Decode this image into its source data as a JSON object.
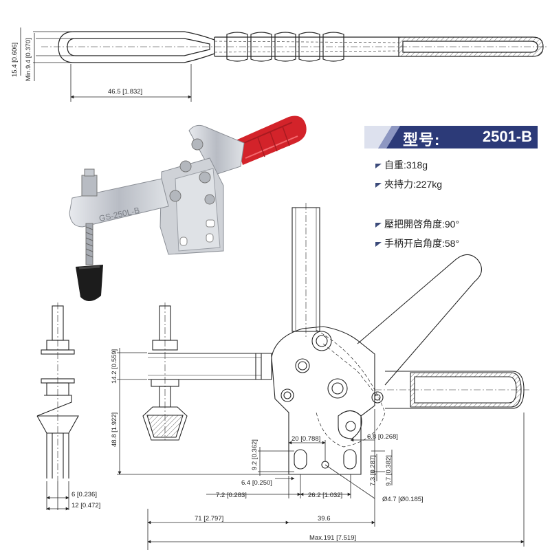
{
  "spec": {
    "model_label": "型号:",
    "model_value": "2501-B",
    "weight": "自重:318g",
    "clamp_force": "夾持力:227kg",
    "bar_open_angle": "壓把開啓角度:90°",
    "handle_open_angle": "手柄开启角度:58°"
  },
  "photo": {
    "stamp": "GS-250L-B"
  },
  "dims": {
    "d_15_4": "15.4 [0.606]",
    "d_min_9_4": "Min.9.4 [0.370]",
    "d_46_5": "46.5 [1.832]",
    "d_14_2": "14.2 [0.559]",
    "d_48_8": "48.8 [1.922]",
    "d_20": "20 [0.788]",
    "d_6_8": "6.8 [0.268]",
    "d_9_2": "9.2 [0.362]",
    "d_7_3": "7.3 [0.287]",
    "d_9_7": "9.7 [0.382]",
    "d_6_4": "6.4 [0.250]",
    "d_7_2": "7.2 [0.283]",
    "d_26_2": "26.2 [1.032]",
    "d_4_7": "Ø4.7 [Ø0.185]",
    "d_6": "6 [0.236]",
    "d_12": "12 [0.472]",
    "d_71": "71 [2.797]",
    "d_39_6": "39.6",
    "d_max": "Max.191 [7.519]"
  },
  "colors": {
    "accent": "#2c3a78",
    "handle_red": "#d3232a",
    "steel": "#c9ccd1",
    "line": "#222222"
  }
}
